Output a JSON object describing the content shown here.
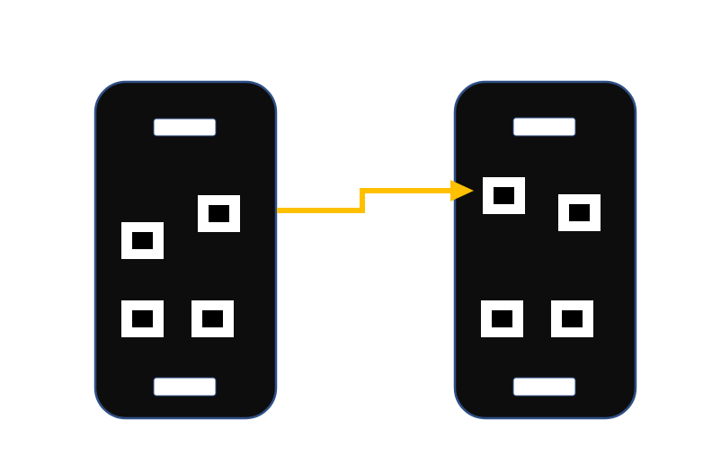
{
  "colors": {
    "background": "#ffffff",
    "phone_body": "#0d0d0d",
    "phone_border": "#2f4f86",
    "element_white": "#ffffff",
    "element_inner": "#000000",
    "arrow": "#ffc000"
  },
  "diagram": {
    "phones": [
      {
        "name": "phone-before",
        "top_bar": true,
        "bottom_bar": true,
        "widgets": 4
      },
      {
        "name": "phone-after",
        "top_bar": true,
        "bottom_bar": true,
        "widgets": 4
      }
    ],
    "connector": {
      "style": "stepped-arrow",
      "from": "phone-before",
      "to": "phone-after"
    }
  }
}
